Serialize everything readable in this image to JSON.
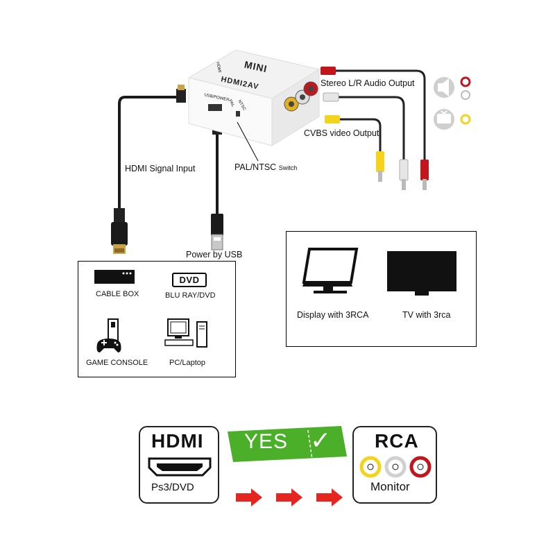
{
  "converter": {
    "brand": "MINI",
    "model": "HDMI2AV",
    "port_usb_label": "USB/POWER",
    "switch_pal": "PAL",
    "switch_ntsc": "NTSC",
    "side_label": "HDMI"
  },
  "callouts": {
    "audio_output": "Stereo L/R Audio Output",
    "video_output": "CVBS video Output",
    "hdmi_input": "HDMI Signal Input",
    "switch": "PAL/NTSC",
    "switch_suffix": "Switch",
    "power": "Power by USB"
  },
  "sources": [
    {
      "label": "CABLE BOX"
    },
    {
      "label": "BLU RAY/DVD",
      "logo": "DVD"
    },
    {
      "label": "GAME CONSOLE"
    },
    {
      "label": "PC/Laptop"
    }
  ],
  "displays": [
    {
      "label": "Display with 3RCA"
    },
    {
      "label": "TV with 3rca"
    }
  ],
  "banner": {
    "left_title": "HDMI",
    "left_sub": "Ps3/DVD",
    "yes": "YES",
    "check": "✓",
    "right_title": "RCA",
    "right_sub": "Monitor"
  },
  "colors": {
    "yes_green": "#4caf2a",
    "arrow_red": "#e52520",
    "rca_yellow": "#f3d31b",
    "rca_white": "#d8d8d8",
    "rca_red": "#c0161c"
  },
  "icons": [
    "speaker-icon",
    "tv-icon",
    "hdmi-port-icon",
    "rca-jacks-icon",
    "game-controller-icon",
    "pc-icon",
    "monitor-icon",
    "tv-screen-icon"
  ]
}
